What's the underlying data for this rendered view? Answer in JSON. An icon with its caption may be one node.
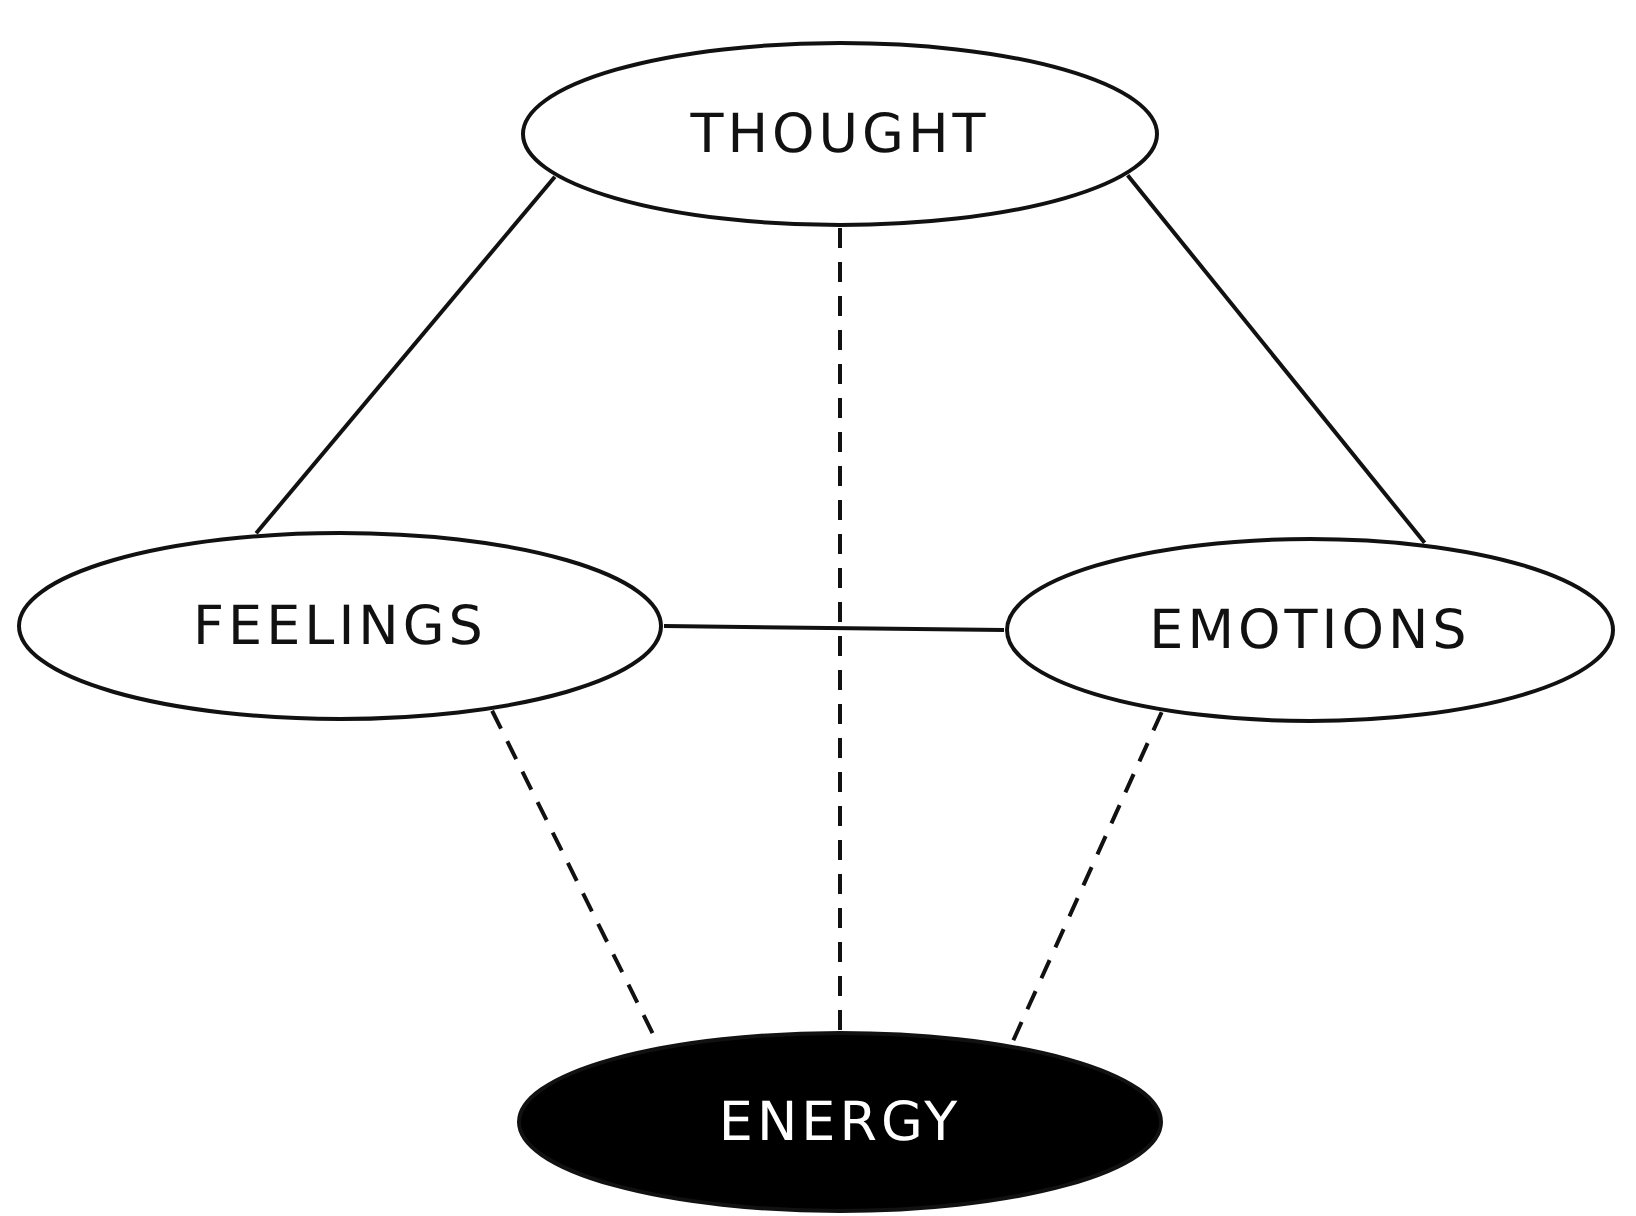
{
  "diagram": {
    "nodes": [
      {
        "text": [
          "THOUGHT"
        ]
      },
      {
        "text": [
          "FEELINGS"
        ]
      },
      {
        "text": [
          "EMOTIONS"
        ]
      },
      {
        "text": [
          "ENERGY"
        ]
      }
    ],
    "edges": [
      {
        "from": 0,
        "to": 1,
        "arrow": "none"
      },
      {
        "from": 0,
        "to": 2,
        "arrow": "none"
      },
      {
        "from": 0,
        "to": 3,
        "arrow": "none",
        "style": "dashed"
      },
      {
        "from": 1,
        "to": 2,
        "arrow": "none"
      },
      {
        "from": 1,
        "to": 3,
        "arrow": "none",
        "style": "dashed"
      },
      {
        "from": 2,
        "to": 3,
        "arrow": "none",
        "style": "dashed"
      }
    ]
  }
}
